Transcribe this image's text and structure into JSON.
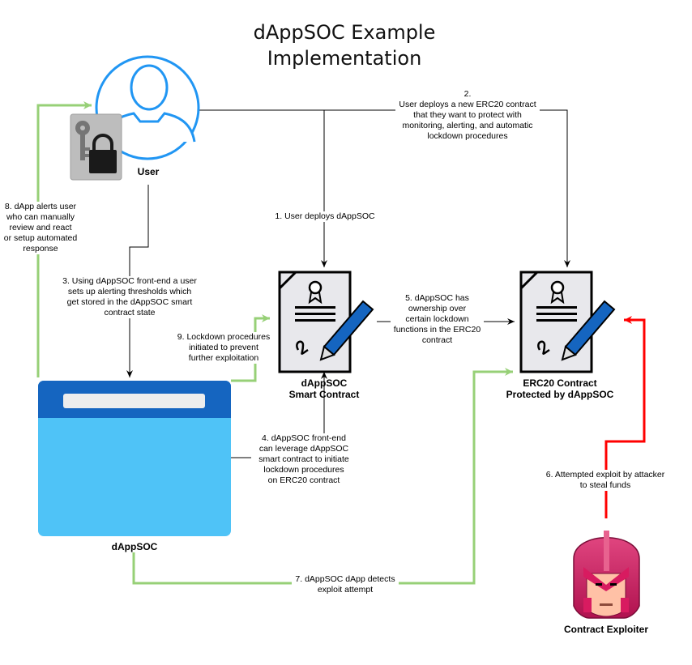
{
  "title_line1": "dAppSOC Example",
  "title_line2": "Implementation",
  "nodes": {
    "user": "User",
    "smart_contract_line1": "dAppSOC",
    "smart_contract_line2": "Smart Contract",
    "erc20_line1": "ERC20 Contract",
    "erc20_line2": "Protected by dAppSOC",
    "dappsoc": "dAppSOC",
    "exploiter": "Contract Exploiter"
  },
  "edges": {
    "e1": "1. User deploys dAppSOC",
    "e2": [
      "2.",
      "User deploys a new ERC20 contract",
      "that they want to protect with",
      "monitoring, alerting, and automatic",
      "lockdown procedures"
    ],
    "e3": [
      "3. Using dAppSOC front-end a user",
      "sets up alerting thresholds which",
      "get stored in the dAppSOC smart",
      "contract state"
    ],
    "e4": [
      "4. dAppSOC front-end",
      "can leverage dAppSOC",
      "smart contract to initiate",
      "lockdown procedures",
      "on ERC20 contract"
    ],
    "e5": [
      "5. dAppSOC has",
      "ownership over",
      "certain lockdown",
      "functions in the ERC20",
      "contract"
    ],
    "e6": [
      "6. Attempted exploit by attacker",
      "to steal funds"
    ],
    "e7": [
      "7. dAppSOC dApp detects",
      "exploit attempt"
    ],
    "e8": [
      "8. dApp alerts user",
      "who can manually",
      "review and react",
      "or setup automated",
      "response"
    ],
    "e9": [
      "9. Lockdown procedures",
      "initiated to prevent",
      "further exploitation"
    ]
  },
  "colors": {
    "user_circle": "#2196f3",
    "app_header": "#1565c0",
    "app_body": "#4fc3f7",
    "green_edge": "#97d077",
    "red_edge": "#ff0000",
    "pen": "#1565c0",
    "exploiter_helmet": "#c2185b"
  }
}
